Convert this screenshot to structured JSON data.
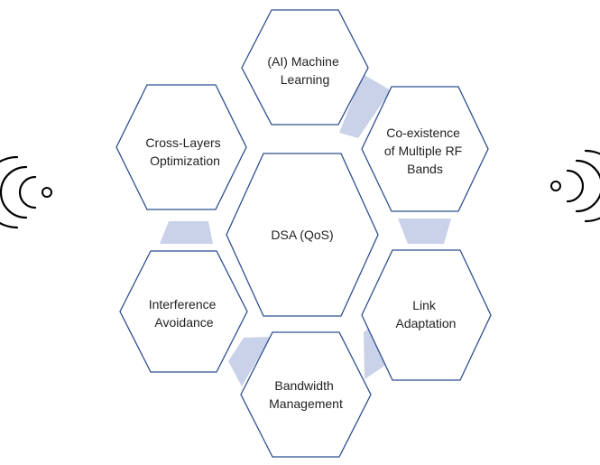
{
  "diagram": {
    "center": {
      "label": "DSA (QoS)"
    },
    "nodes": {
      "top": {
        "line1": "(AI) Machine",
        "line2": "Learning"
      },
      "upper_right": {
        "line1": "Co-existence",
        "line2": "of Multiple RF",
        "line3": "Bands"
      },
      "lower_right": {
        "line1": "Link",
        "line2": "Adaptation"
      },
      "bottom": {
        "line1": "Bandwidth",
        "line2": "Management"
      },
      "lower_left": {
        "line1": "Interference",
        "line2": "Avoidance"
      },
      "upper_left": {
        "line1": "Cross-Layers",
        "line2": "Optimization"
      }
    }
  },
  "colors": {
    "hex_stroke": "#2f4f8f",
    "connector_fill": "#c9d2e8",
    "signal": "#000000"
  },
  "icons": {
    "left": "signal-waves-left-icon",
    "right": "signal-waves-right-icon"
  }
}
